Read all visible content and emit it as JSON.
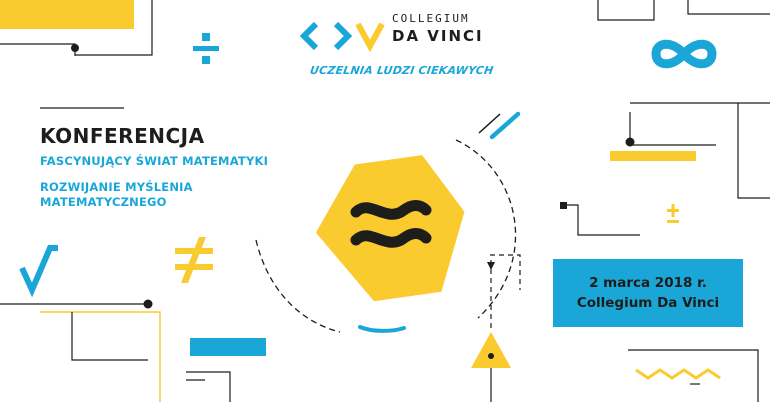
{
  "brand": {
    "line1": "COLLEGIUM",
    "line2": "DA VINCI",
    "tagline": "UCZELNIA LUDZI CIEKAWYCH",
    "logo_mark": "<>V logo"
  },
  "conference": {
    "title": "KONFERENCJA",
    "subtitle": "FASCYNUJĄCY ŚWIAT MATEMATYKI",
    "subtitle2": "ROZWIJANIE MYŚLENIA MATEMATYCZNEGO"
  },
  "event": {
    "date": "2 marca 2018 r.",
    "venue": "Collegium Da Vinci"
  },
  "symbols": [
    "division-icon",
    "infinity-icon",
    "approx-icon",
    "not-equal-icon",
    "square-root-icon",
    "plus-minus-icon",
    "triangle-icon"
  ],
  "colors": {
    "yellow": "#f9cb2e",
    "blue": "#1aa7d8",
    "dark": "#1d1d1b"
  }
}
